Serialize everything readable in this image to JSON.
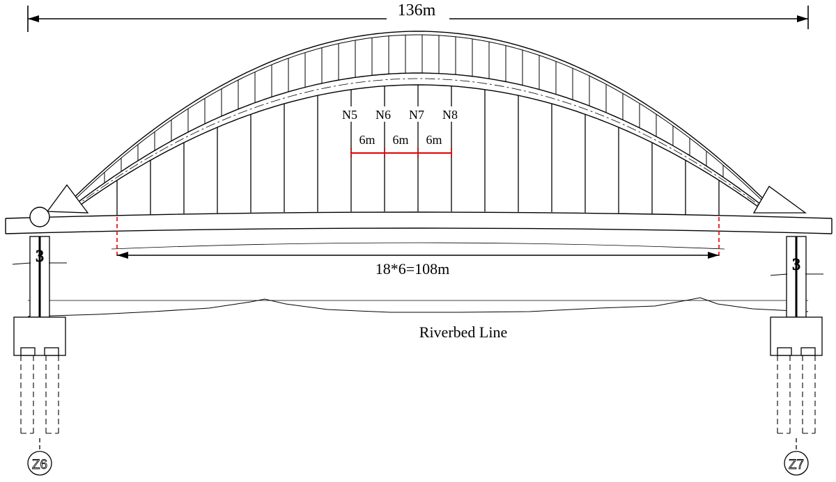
{
  "dimensions": {
    "total_span": "136m",
    "hanger_span": "18*6=108m",
    "segment_labels": [
      "6m",
      "6m",
      "6m"
    ]
  },
  "nodes": [
    "N5",
    "N6",
    "N7",
    "N8"
  ],
  "labels": {
    "riverbed": "Riverbed Line",
    "pier_left": "Z6",
    "pier_right": "Z7",
    "bearing_left": "3",
    "bearing_right": "3"
  },
  "colors": {
    "line": "#000000",
    "highlight": "#e00000"
  }
}
